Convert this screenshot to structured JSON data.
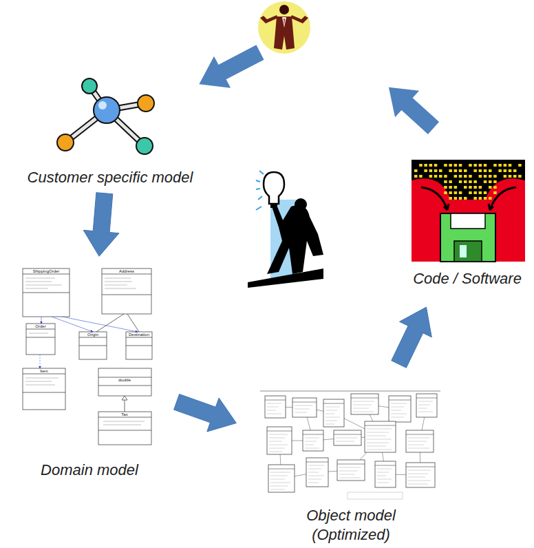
{
  "diagram": {
    "nodes": [
      {
        "text": [
          "Customer specific model"
        ]
      },
      {
        "text": [
          "Domain model"
        ]
      },
      {
        "text": [
          "Object model (Optimized)"
        ]
      },
      {
        "text": [
          "Code / Software"
        ]
      }
    ],
    "edges": [
      {
        "from": 0,
        "to": 1,
        "arrow": "to"
      },
      {
        "from": 1,
        "to": 2,
        "arrow": "to"
      },
      {
        "from": 2,
        "to": 3,
        "arrow": "to"
      }
    ],
    "labels": [
      "ShippingOrder",
      "Address",
      "Order",
      "Origin",
      "Destination",
      "Item",
      "double",
      "Tax"
    ]
  }
}
